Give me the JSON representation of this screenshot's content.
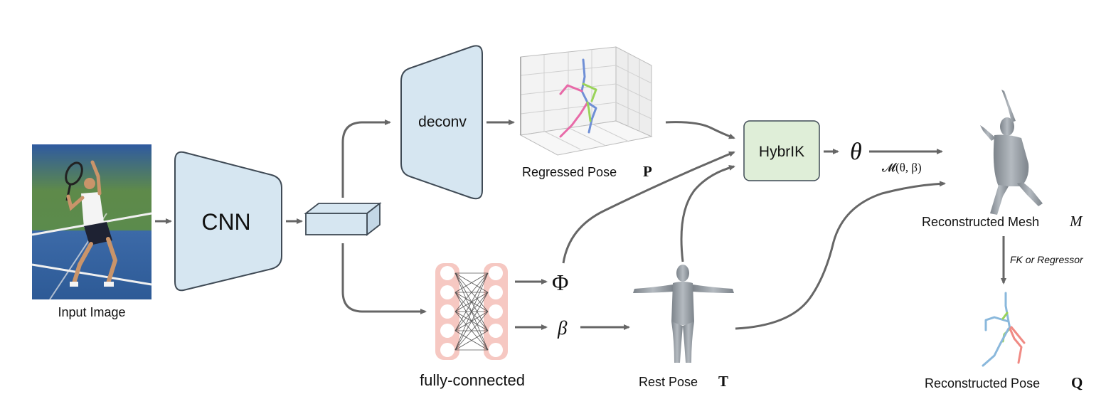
{
  "labels": {
    "input_image": "Input Image",
    "cnn": "CNN",
    "deconv": "deconv",
    "regressed_pose": "Regressed Pose",
    "regressed_pose_symbol": "P",
    "hybrik": "HybrIK",
    "theta": "θ",
    "mesh_function": "𝓜(θ, β)",
    "reconstructed_mesh": "Reconstructed Mesh",
    "reconstructed_mesh_symbol": "M",
    "fk_or_regressor": "FK or Regressor",
    "reconstructed_pose": "Reconstructed Pose",
    "reconstructed_pose_symbol": "Q",
    "fully_connected": "fully-connected",
    "phi": "Φ",
    "beta": "β",
    "rest_pose": "Rest Pose",
    "rest_pose_symbol": "T"
  },
  "colors": {
    "block_fill": "#d6e6f1",
    "block_stroke": "#3f4a55",
    "hybrik_fill": "#dfeed8",
    "fc_fill": "#f6c8c2",
    "fc_node": "#ffffff",
    "arrow": "#666666",
    "pose_pink": "#e86aa8",
    "pose_blue": "#6f8fd6",
    "pose_green": "#9ad35a",
    "mesh_gray": "#9aa0a6"
  }
}
